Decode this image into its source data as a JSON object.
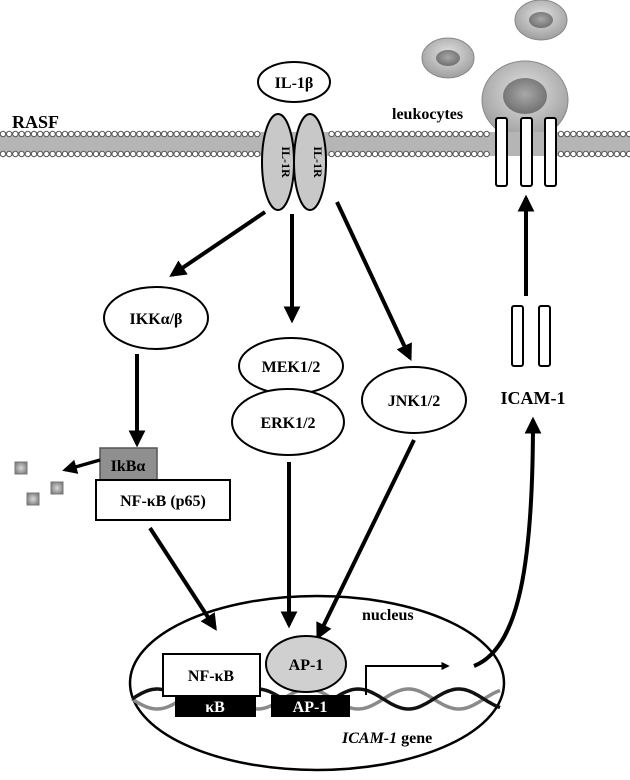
{
  "labels": {
    "rasf": "RASF",
    "leukocytes": "leukocytes",
    "il1b": "IL-1β",
    "il1r_left": "IL-1R",
    "il1r_right": "IL-1R",
    "ikk": "IKKα/β",
    "mek": "MEK1/2",
    "erk": "ERK1/2",
    "jnk": "JNK1/2",
    "icam1": "ICAM-1",
    "ikba": "IkBα",
    "nfkb_p65": "NF-κB (p65)",
    "nucleus": "nucleus",
    "nfkb": "NF-κB",
    "ap1_protein": "AP-1",
    "kb_site": "κB",
    "ap1_site": "AP-1",
    "gene_italic": "ICAM-1",
    "gene_suffix": " gene"
  },
  "colors": {
    "membrane_fill": "#b5b5b5",
    "receptor_fill": "#c8c8c8",
    "leukocyte_outer": "#c4c4c4",
    "leukocyte_inner": "#8c8c8c",
    "ikba_fill": "#8f8f8f",
    "dna_strand": "#8a8a8a",
    "dna_strand_dark": "#111111"
  }
}
